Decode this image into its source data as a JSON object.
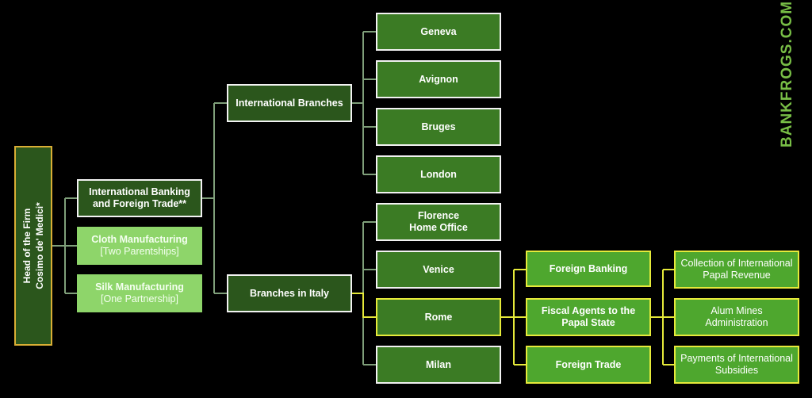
{
  "head": {
    "line1": "Head of the Firm",
    "line2": "Cosimo de' Medici*"
  },
  "divisions": [
    {
      "line1": "International Banking",
      "line2": "and Foreign Trade**"
    },
    {
      "line1": "Cloth Manufacturing",
      "line2": "[Two Parentships]"
    },
    {
      "line1": "Silk Manufacturing",
      "line2": "[One Partnership]"
    }
  ],
  "groups": {
    "international": "International Branches",
    "italy": "Branches in Italy"
  },
  "international_branches": [
    "Geneva",
    "Avignon",
    "Bruges",
    "London"
  ],
  "italy_branches": [
    {
      "line1": "Florence",
      "line2": "Home Office"
    },
    {
      "line1": "Venice"
    },
    {
      "line1": "Rome"
    },
    {
      "line1": "Milan"
    }
  ],
  "rome_functions": [
    {
      "line1": "Foreign Banking"
    },
    {
      "line1": "Fiscal Agents to the",
      "line2": "Papal State"
    },
    {
      "line1": "Foreign Trade"
    }
  ],
  "fiscal_duties": [
    {
      "line1": "Collection of International",
      "line2": "Papal Revenue"
    },
    {
      "line1": "Alum Mines",
      "line2": "Administration"
    },
    {
      "line1": "Payments of International",
      "line2": "Subsidies"
    }
  ],
  "brand": "BANKFROGS.COM",
  "colors": {
    "dark": "#2b561c",
    "city": "#3b7b24",
    "bright": "#4ea72e",
    "light": "#8ed56a",
    "highlight": "#e6ea3a",
    "connector": "#7f9f7a"
  }
}
